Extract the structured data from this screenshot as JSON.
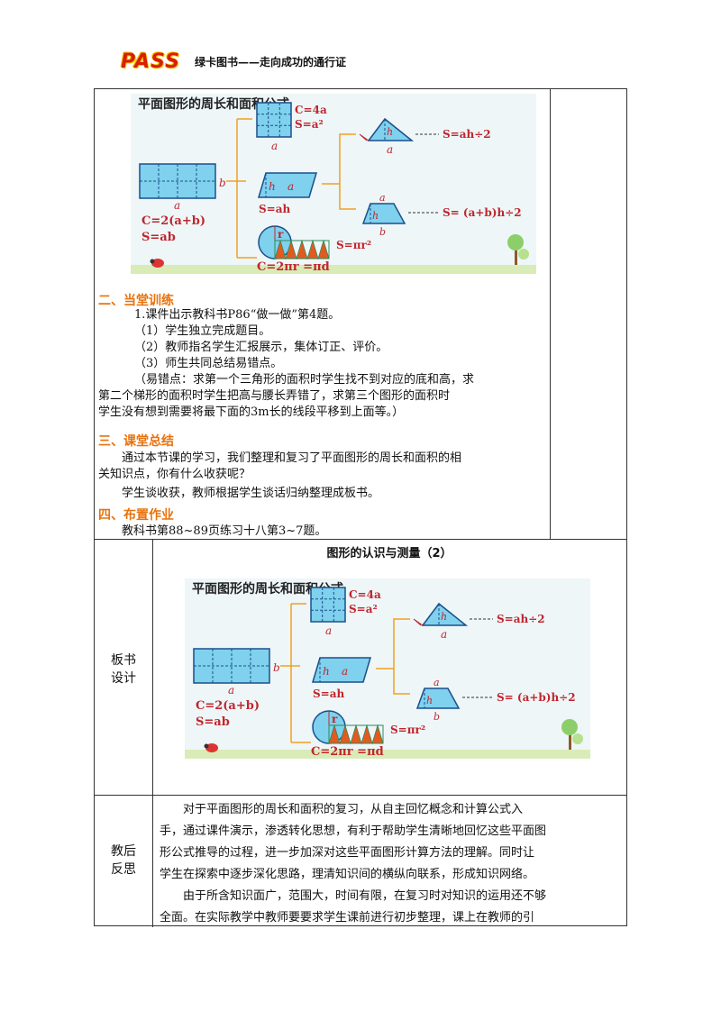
{
  "header": {
    "logo_text": "PASS",
    "slogan": "绿卡图书——走向成功的通行证"
  },
  "diagram": {
    "title": "平面图形的周长和面积公式",
    "square_c": "C=4a",
    "square_s": "S=a²",
    "var_a": "a",
    "var_b": "b",
    "var_h": "h",
    "var_r": "r",
    "rect_c": "C=2(a+b)",
    "rect_s": "S=ab",
    "para_s": "S=ah",
    "tri_s": "S=ah÷2",
    "trap_s": "S= (a+b)h÷2",
    "circle_s": "S=πr²",
    "circle_c": "C=2πr =πd"
  },
  "sections": {
    "practice": {
      "title": "二、当堂训练",
      "lines": [
        "1.课件出示教科书P86“做一做”第4题。",
        "（1）学生独立完成题目。",
        "（2）教师指名学生汇报展示，集体订正、评价。",
        "（3）师生共同总结易错点。",
        "（易错点：求第一个三角形的面积时学生找不到对应的底和高，求",
        "第二个梯形的面积时学生把高与腰长弄错了，求第三个图形的面积时",
        "学生没有想到需要将最下面的3m长的线段平移到上面等。）"
      ]
    },
    "summary": {
      "title": "三、课堂总结",
      "lines": [
        "通过本节课的学习，我们整理和复习了平面图形的周长和面积的相",
        "关知识点，你有什么收获呢？",
        "学生谈收获，教师根据学生谈话归纳整理成板书。"
      ]
    },
    "homework": {
      "title": "四、布置作业",
      "lines": [
        "教科书第88~89页练习十八第3~7题。"
      ]
    }
  },
  "board": {
    "label_1": "板书",
    "label_2": "设计",
    "title": "图形的认识与测量（2）"
  },
  "reflection": {
    "label_1": "教后",
    "label_2": "反思",
    "lines": [
      "对于平面图形的周长和面积的复习，从自主回忆概念和计算公式入",
      "手，通过课件演示，渗透转化思想，有利于帮助学生清晰地回忆这些平面图",
      "形公式推导的过程，进一步加深对这些平面图形计算方法的理解。同时让",
      "学生在探索中逐步深化思路，理清知识间的横纵向联系，形成知识网络。",
      "由于所含知识面广，范围大，时间有限，在复习时对知识的运用还不够",
      "全面。在实际教学中教师要要求学生课前进行初步整理，课上在教师的引"
    ]
  }
}
